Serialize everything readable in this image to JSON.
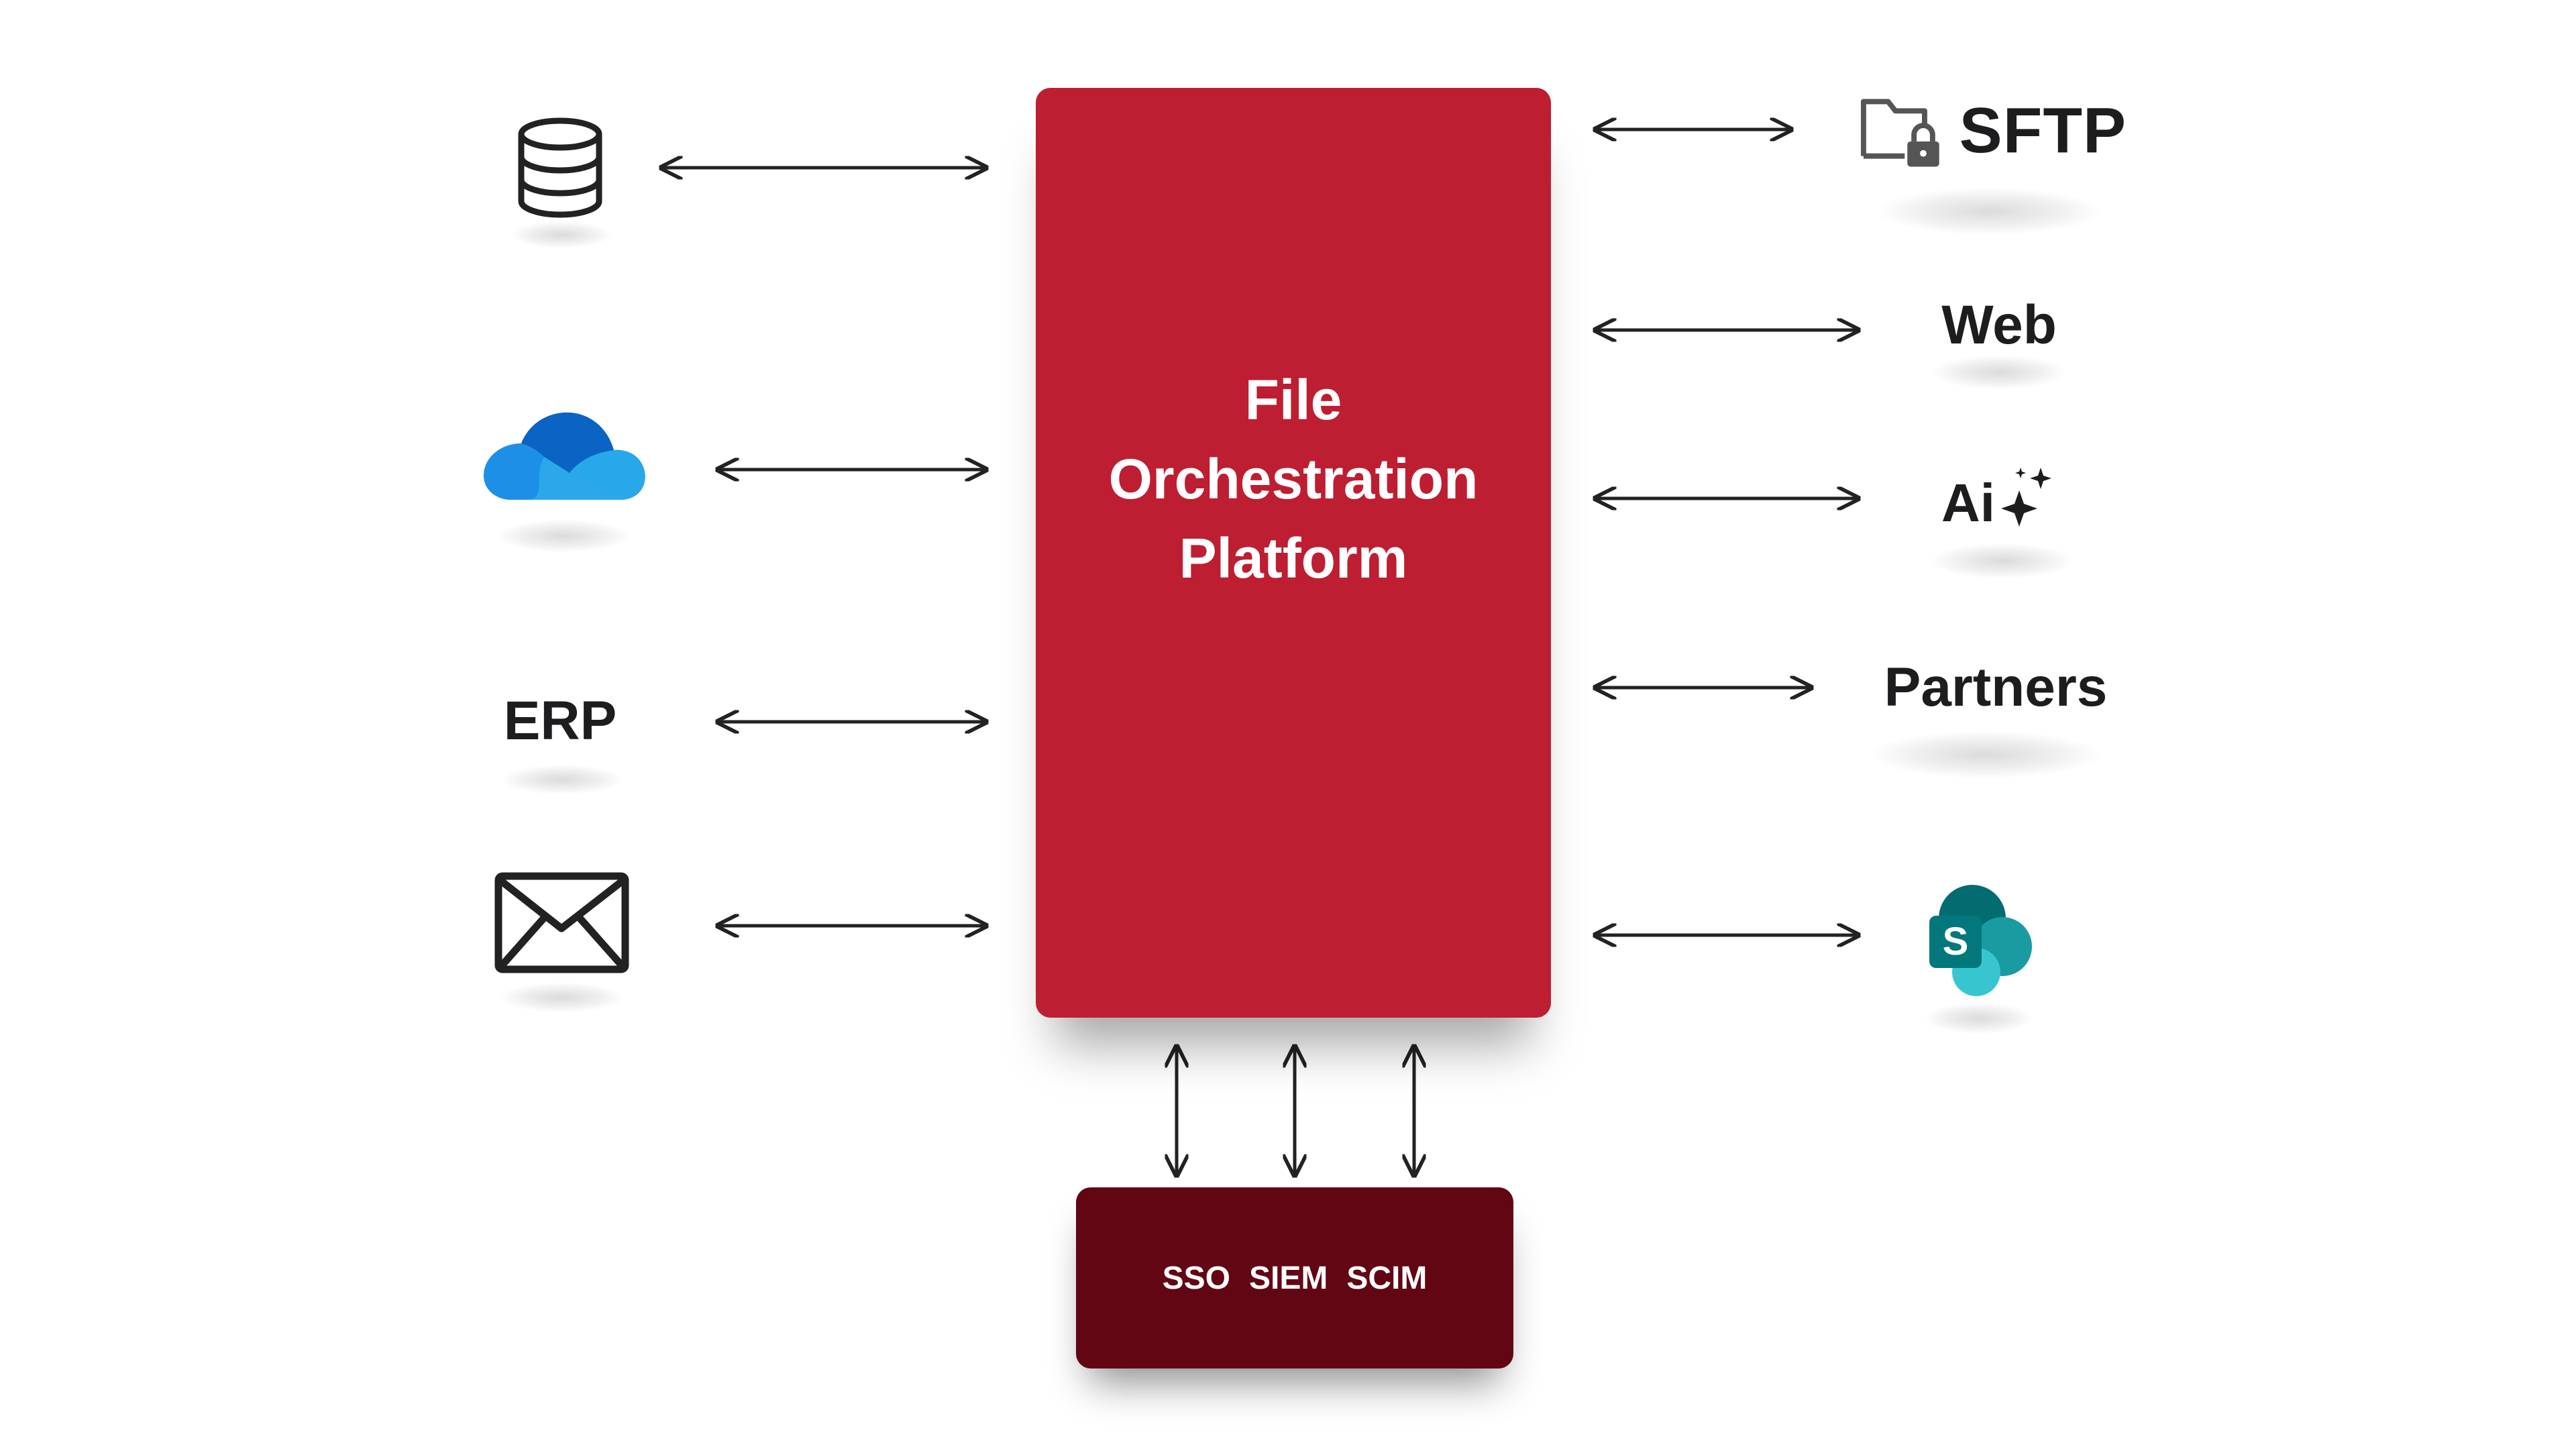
{
  "platform": {
    "title_lines": [
      "File",
      "Orchestration",
      "Platform"
    ],
    "color": "#be1e32"
  },
  "identity": {
    "items": [
      "SSO",
      "SIEM",
      "SCIM"
    ],
    "color": "#620614"
  },
  "left_nodes": [
    {
      "id": "database",
      "icon": "database-icon"
    },
    {
      "id": "onedrive",
      "icon": "onedrive-cloud-icon"
    },
    {
      "id": "erp",
      "label": "ERP"
    },
    {
      "id": "email",
      "icon": "envelope-icon"
    }
  ],
  "right_nodes": [
    {
      "id": "sftp",
      "label": "SFTP",
      "icon": "locked-folder-icon"
    },
    {
      "id": "web",
      "label": "Web"
    },
    {
      "id": "ai",
      "label": "Ai",
      "icon": "sparkles-icon"
    },
    {
      "id": "partners",
      "label": "Partners"
    },
    {
      "id": "sharepoint",
      "label": "S",
      "icon": "sharepoint-icon"
    }
  ],
  "connector_style": "double-headed arrows"
}
